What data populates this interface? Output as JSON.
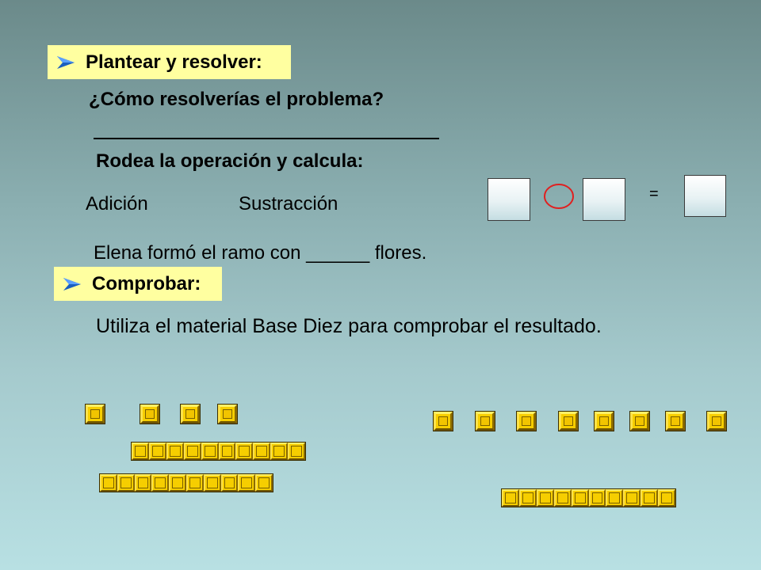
{
  "plantear": {
    "title": "Plantear y resolver:"
  },
  "question": "¿Cómo resolverías el problema?",
  "instruction": "Rodea la operación y calcula:",
  "operations": {
    "addition": "Adición",
    "subtraction": "Sustracción"
  },
  "equation": {
    "equals": "="
  },
  "answer_sentence": "Elena formó el ramo con ______ flores.",
  "comprobar": {
    "title": "Comprobar:"
  },
  "check_text": "Utiliza el material Base Diez para comprobar el resultado.",
  "colors": {
    "highlight": "#ffffa0",
    "block": "#f6ce00",
    "circle": "#e02020",
    "bullet": "#1a5fc0"
  },
  "icons": {
    "bullet": "arrow-bullet-icon"
  },
  "base_ten": {
    "left_group": {
      "units": 4,
      "rods": 2
    },
    "right_group": {
      "units": 8,
      "rods": 1
    }
  }
}
